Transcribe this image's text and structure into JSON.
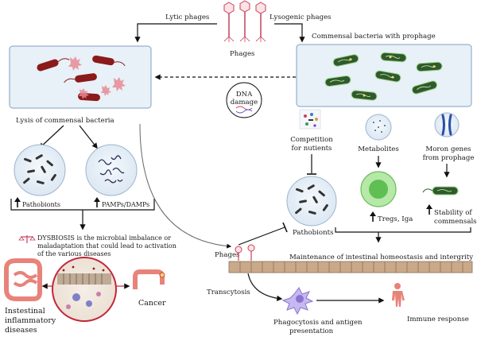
{
  "labels": {
    "lytic": "Lytic phages",
    "lysogenic": "Lysogenic phages",
    "phages_top": "Phages",
    "commensal_prophage": "Commensal bacteria with prophage",
    "dna_damage_line1": "DNA",
    "dna_damage_line2": "damage",
    "lysis": "Lysis of commensal bacteria",
    "pathobionts_left": "Pathobionts",
    "pamps": "PAMPs/DAMPs",
    "dysbiosis_line1": "DYSBIOSIS is the microbial imbalance or",
    "dysbiosis_line2": "maladaptation that could lead to activation",
    "dysbiosis_line3": "of the various diseases",
    "ibd_line1": "Instestinal",
    "ibd_line2": "inflammatory",
    "ibd_line3": "diseases",
    "cancer": "Cancer",
    "competition_line1": "Competition",
    "competition_line2": "for nutients",
    "metabolites": "Metabolites",
    "moron_line1": "Moron genes",
    "moron_line2": "from prophage",
    "pathobionts_right": "Pathobionts",
    "tregs": "Tregs, Iga",
    "stability_line1": "Stability of",
    "stability_line2": "commensals",
    "phages_mid": "Phages",
    "maintenance": "Maintenance of intestinal homeostasis and intergrity",
    "transcytosis": "Transcytosis",
    "phago_line1": "Phagocytosis and antigen",
    "phago_line2": "presentation",
    "immune": "Immune response"
  },
  "colors": {
    "bacteria_red": "#8b1a1a",
    "bacteria_green": "#2e5a2e",
    "panel_blue": "#e8f0f8",
    "gut_pink": "#e8837a",
    "epithelium": "#c9a98a",
    "treg_green": "#8fd48a"
  }
}
